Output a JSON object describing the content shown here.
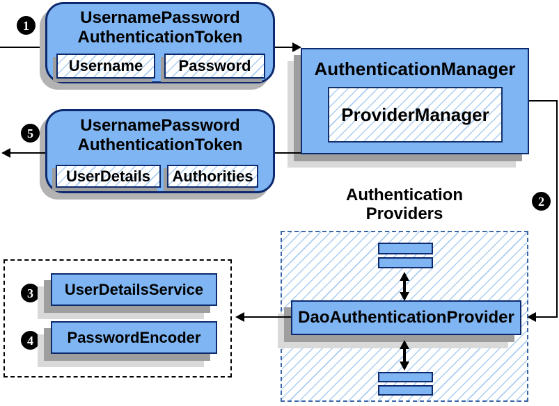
{
  "steps": {
    "s1": "1",
    "s2": "2",
    "s3": "3",
    "s4": "4",
    "s5": "5"
  },
  "request_token": {
    "title1": "UsernamePassword",
    "title2": "AuthenticationToken",
    "field1": "Username",
    "field2": "Password"
  },
  "auth_manager": {
    "title": "AuthenticationManager",
    "provider": "ProviderManager"
  },
  "response_token": {
    "title1": "UsernamePassword",
    "title2": "AuthenticationToken",
    "field1": "UserDetails",
    "field2": "Authorities"
  },
  "providers_group": {
    "title1": "Authentication",
    "title2": "Providers",
    "dao": "DaoAuthenticationProvider"
  },
  "services_group": {
    "user_details_service": "UserDetailsService",
    "password_encoder": "PasswordEncoder"
  },
  "colors": {
    "box_fill": "#7fb5f2",
    "box_border": "#0d2a6e",
    "hatch_line": "#a9cdf2",
    "dashed_blue_border": "#3a66a8",
    "shadow_dark": "#9e9e9e",
    "shadow_light": "#d9d9d9",
    "line": "#000000"
  }
}
